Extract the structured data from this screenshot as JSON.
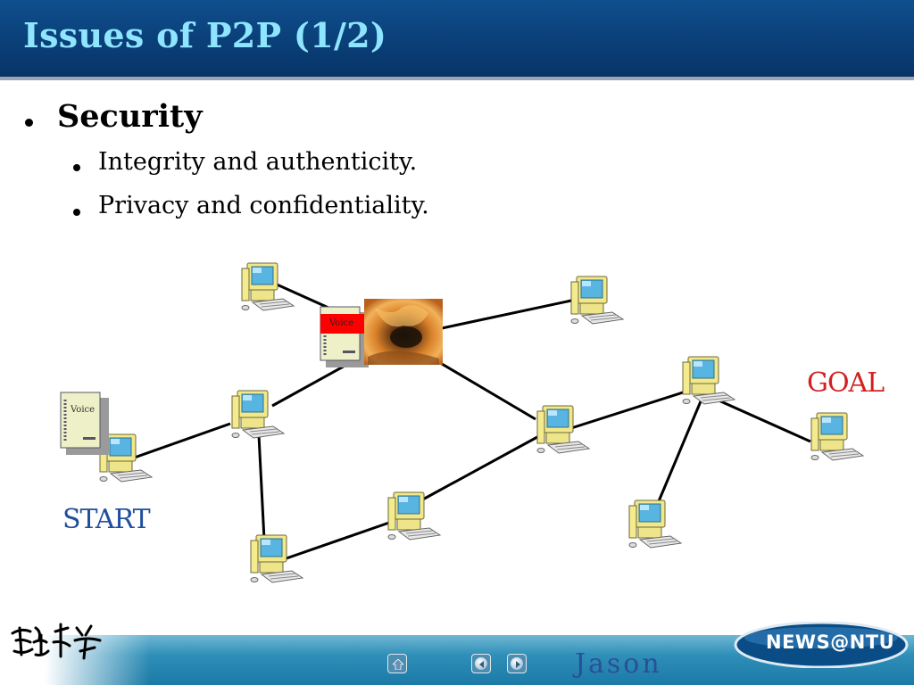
{
  "slide": {
    "title": "Issues of P2P (1/2)",
    "bullet_main": "Security",
    "sub_bullets": [
      "Integrity and authenticity.",
      "Privacy and confidentiality."
    ]
  },
  "diagram": {
    "start_label": "START",
    "goal_label": "GOAL",
    "voice_label": "Voice",
    "voice_tampered_label": "Voice",
    "icons": [
      "computer-icon",
      "document-icon",
      "fire-image"
    ]
  },
  "footer": {
    "author": "Jason",
    "badge": "NEWS@NTU",
    "logo_text": "臺灣大學",
    "nav": [
      "home-icon",
      "previous-icon",
      "next-icon"
    ]
  },
  "colors": {
    "title_bg": "#0a3f78",
    "title_text": "#8fe4ff",
    "start": "#1f4e9e",
    "goal": "#d32020",
    "footer": "#1b7aa6"
  }
}
